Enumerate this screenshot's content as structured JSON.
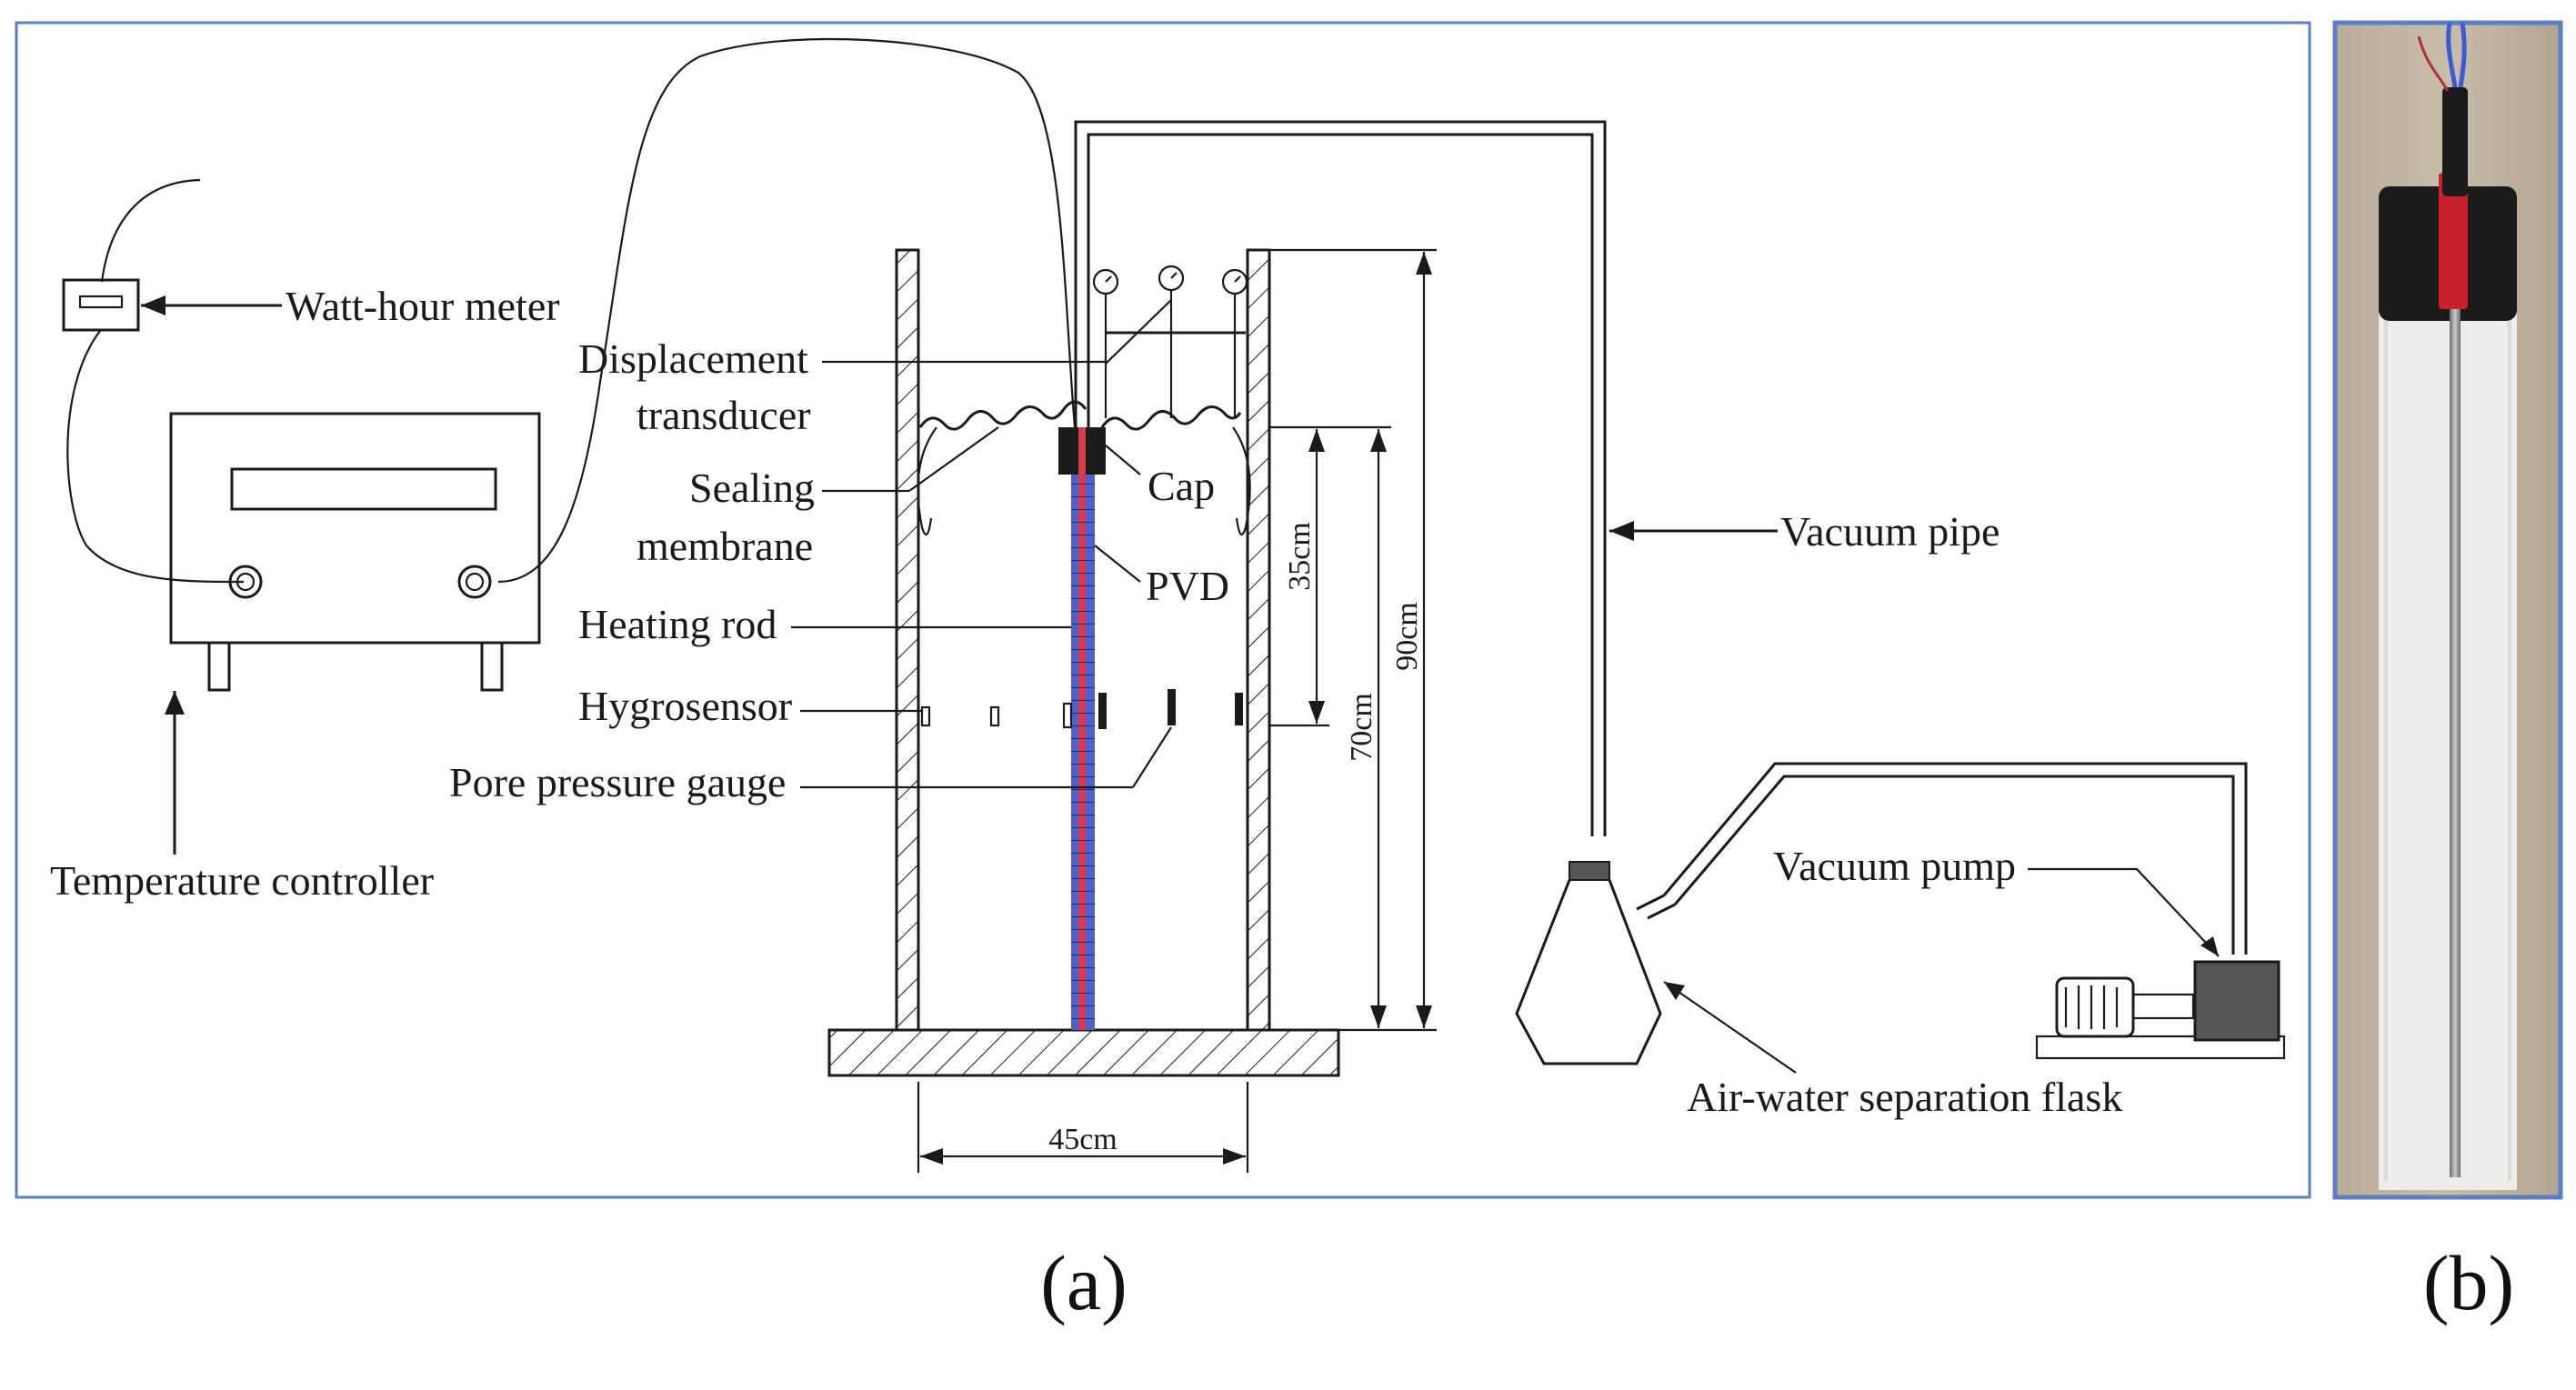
{
  "panels": {
    "a": {
      "caption": "(a)"
    },
    "b": {
      "caption": "(b)"
    }
  },
  "labels": {
    "watt_hour_meter": "Watt-hour meter",
    "temperature_controller": "Temperature controller",
    "displacement_transducer_line1": "Displacement",
    "displacement_transducer_line2": "transducer",
    "sealing_membrane_line1": "Sealing",
    "sealing_membrane_line2": "membrane",
    "heating_rod": "Heating rod",
    "hygrosensor": "Hygrosensor",
    "pore_pressure_gauge": "Pore pressure gauge",
    "cap": "Cap",
    "pvd": "PVD",
    "vacuum_pipe": "Vacuum pipe",
    "vacuum_pump": "Vacuum pump",
    "air_water_separation_flask": "Air-water separation flask"
  },
  "dimensions": {
    "width": "45cm",
    "height_total": "90cm",
    "height_soil": "70cm",
    "height_sensor": "35cm"
  },
  "colors": {
    "panel_border": "#5b7fc4",
    "pvd_stripe_red": "#d83a4e",
    "pvd_stripe_blue": "#4a62c9",
    "pump_body": "#555555"
  }
}
